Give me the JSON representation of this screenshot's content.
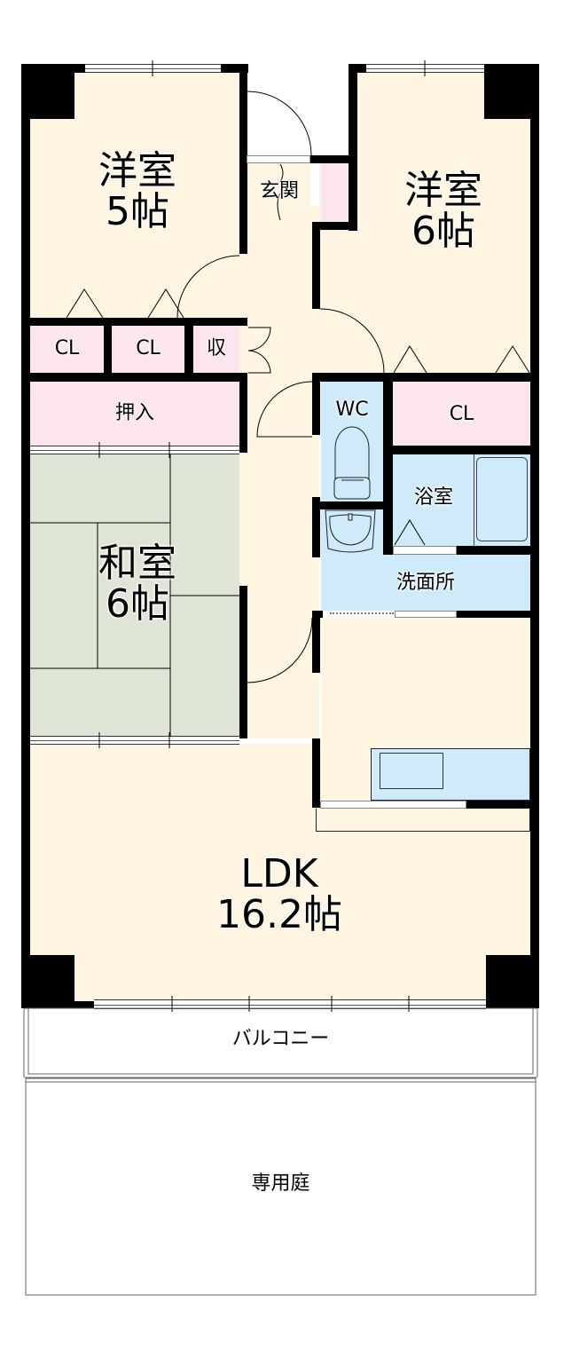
{
  "floor_plan": {
    "rooms": [
      {
        "id": "western-room-5",
        "label": "洋室",
        "size": "5帖"
      },
      {
        "id": "western-room-6",
        "label": "洋室",
        "size": "6帖"
      },
      {
        "id": "japanese-room",
        "label": "和室",
        "size": "6帖"
      },
      {
        "id": "ldk",
        "label": "LDK",
        "size": "16.2帖"
      }
    ],
    "storage": {
      "closet_1": "CL",
      "closet_2": "CL",
      "storage_small": "収",
      "oshiire": "押入",
      "closet_right": "CL"
    },
    "wet_areas": {
      "toilet": "WC",
      "bathroom": "浴室",
      "washroom": "洗面所"
    },
    "entrance": "玄関",
    "balcony": "バルコニー",
    "private_garden": "専用庭",
    "colors": {
      "floor": "#FDF5E2",
      "storage": "#FCE5EE",
      "wet": "#CFEBFA",
      "tatami": "#DFE5D6",
      "wall": "#000000"
    }
  }
}
